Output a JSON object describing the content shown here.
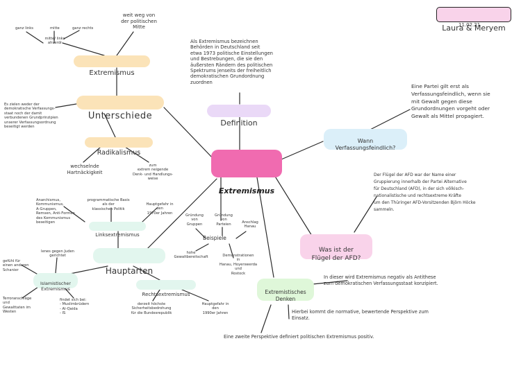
{
  "names_badge": {
    "names": "Laura & Meryem",
    "date": "11.02.21"
  },
  "center": {
    "label": "Extremismus",
    "color": "#f06bb0"
  },
  "colors": {
    "yellow": "#fbe3b8",
    "lilac": "#ead9f7",
    "blue": "#dbeff9",
    "mint": "#e2f6ee",
    "green": "#dff7d9",
    "pink": "#f9d3ea"
  },
  "top_left": {
    "title": "Extremismus",
    "political_axis": {
      "left": "ganz links",
      "middle": "mitte",
      "right": "ganz rechts",
      "center": "mitte/ links\nahverdr"
    },
    "weit_weg": "weit weg von\nder politischen\nMitte"
  },
  "unterschiede": {
    "title": "Unterschiede",
    "note": "Es zielen weder der\ndemokratische Verfassungs-\nstaat noch der damit\nverbundenen Grundprinzipien\nunserer Verfassungsordnung\nbeseitigt werden"
  },
  "radikalismus": {
    "title": "Radikalismus",
    "left": "wechselnde\nHartnäckigkeit",
    "right": "zum\nextrem neigende\nDenk- und Handlungs-\nweise"
  },
  "definition": {
    "title": "Definition",
    "text": "Als Extremismus bezeichnen\nBehörden in Deutschland seit\netwa 1973 politische Einstellungen\nund Bestrebungen, die sie den\näußersten Rändern des politischen\nSpektrums jenseits der freiheitlich\ndemokratischen Grundordnung\nzuordnen"
  },
  "wann": {
    "title": "Wann\nVerfassungsfeindlich?",
    "text": "Eine Partei gilt erst als\nVerfassungsfeindlich, wenn sie\nmit Gewalt gegen diese\nGrundordnungen vorgeht oder\nGewalt als Mittel propagiert."
  },
  "fluegel": {
    "title": "Was ist der\nFlügel der AFD?",
    "text": "Der Flügel der AFD war der Name einer\nGruppierung innerhalb der Partei Alternative\nfür Deutschland (AFD), in der sich völkisch-\nnationalistische und rechtsextreme Kräfte\num den Thüringer AFD-Vorsitzenden Björn Höcke\nsammeln."
  },
  "denken": {
    "title": "Extremistisches\nDenken",
    "right1": "In dieser wird Extremismus negativ als Antithese\nzum demokratischen Verfassungsstaat konzipiert.",
    "right2": "Hierbei kommt die normative, bewertende Perspektive zum\nEinsatz.",
    "bottom": "Eine zweite Perspektive definiert politischen Extremismus positiv."
  },
  "hauptarten": {
    "title": "Hauptarten",
    "links": {
      "title": "Linksextremismus",
      "left": "Anarchismus,\nKommunismus,\nA-Gruppen,\nRemsen, Anti-Formen\ndes Kommunismus\nbeseitigen",
      "middle": "programmatische Basis\nals der\nklassischen Politik",
      "right": "Hauptgefahr in\nden\n1970er Jahren"
    },
    "islam": {
      "title": "Islamistischer\nExtremismus",
      "top": "lenes gegen Juden\ngerichtet",
      "left_top": "gefühl für\neinen anderen\nSchanier",
      "left_bottom": "Terroranschläge\nund\nGewalttaten im\nWesten",
      "bottom": "findet sich bei:\n- Muslimbrüdern\n- Al-Qaida\n- IS"
    },
    "rechts": {
      "title": "Rechtsextremismus",
      "left": "derzeit höchste\nSicherheitsbedrohung\nfür die Bundesrepublik",
      "right": "Hauptgefahr in\nden\n1990er Jahren"
    },
    "beispiele": {
      "title": "Beispiele",
      "items": [
        "Gründung\nvon\nGruppen",
        "Gründung\nvon\nParteien",
        "Anschlag\nHanau",
        "hohe\nGewaltbereitschaft",
        "Demonstrationen\nin\nHanau, Hoyerswerda\nund\nRostock"
      ]
    }
  }
}
